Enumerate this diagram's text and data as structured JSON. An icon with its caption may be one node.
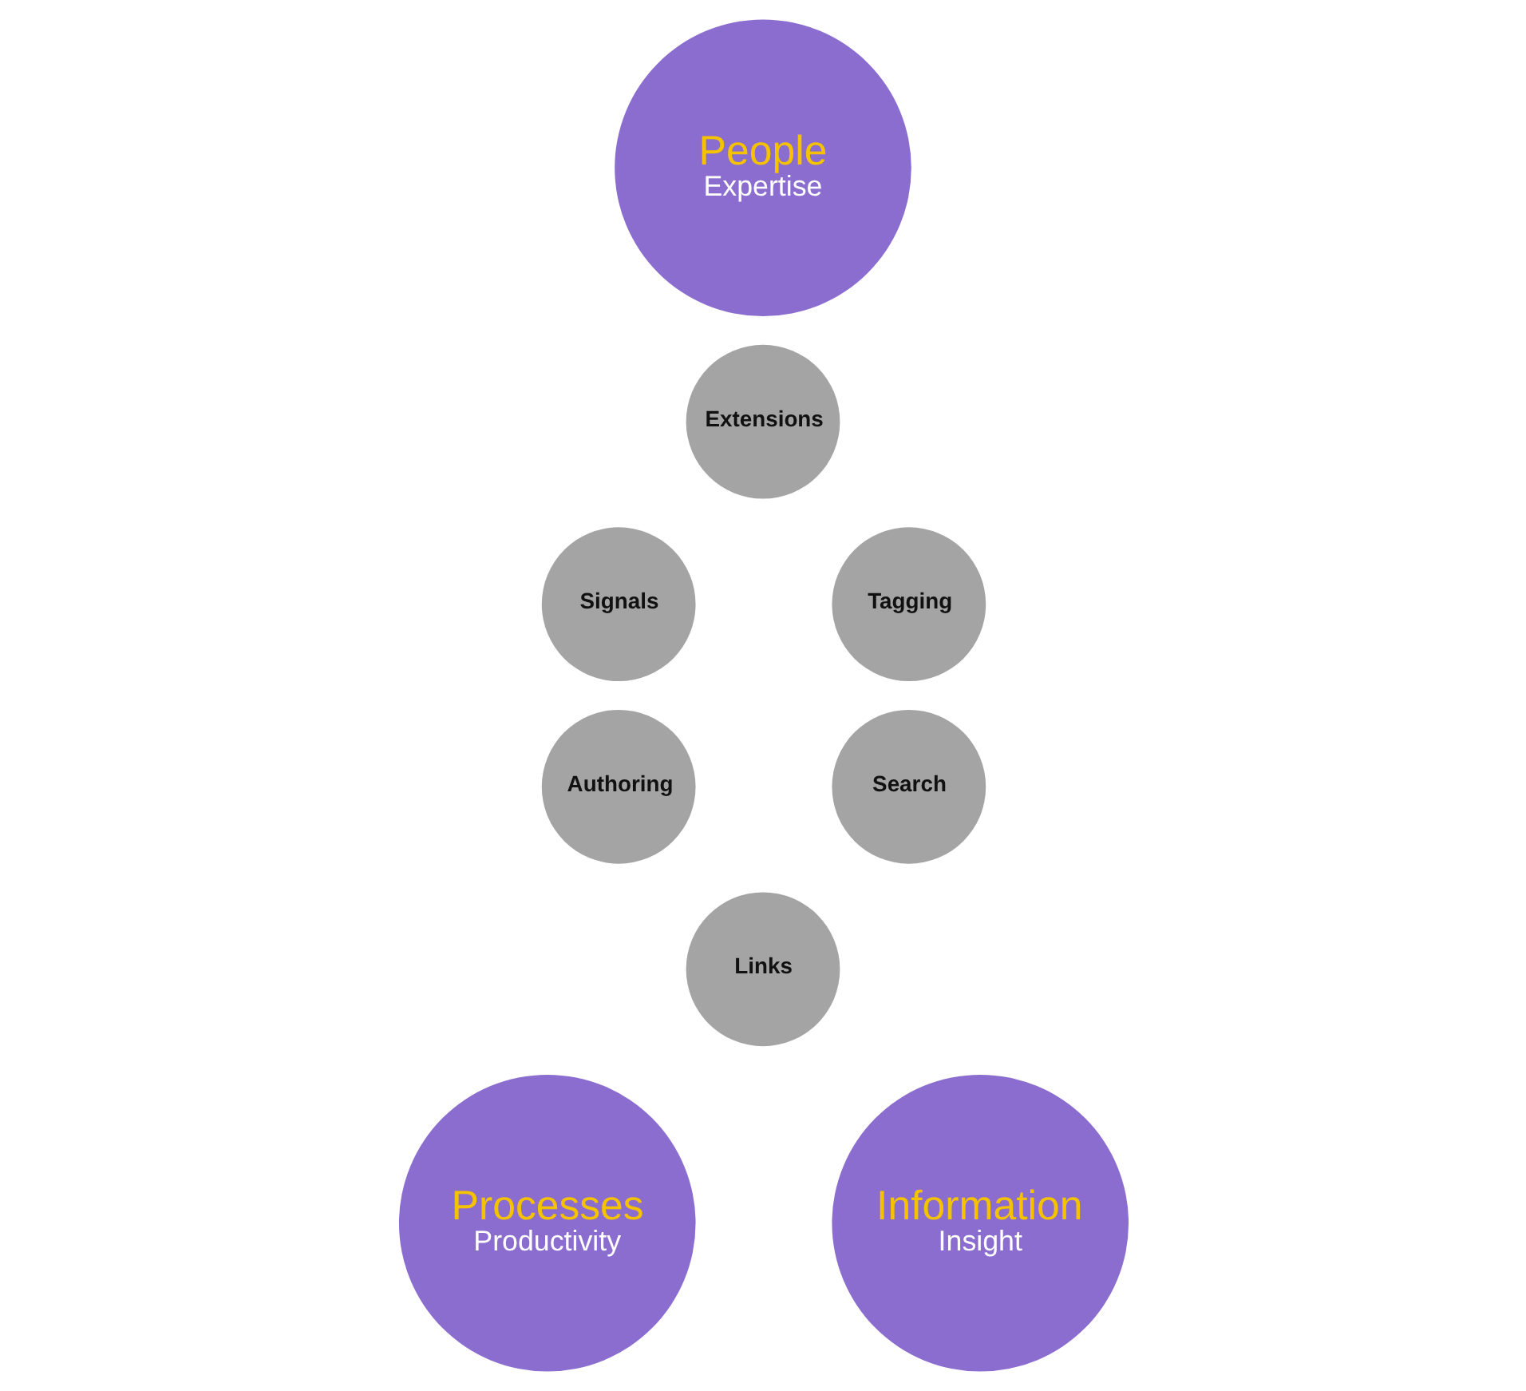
{
  "diagram": {
    "nodes": [
      {
        "text": [
          "People",
          "Expertise"
        ]
      },
      {
        "text": [
          "Extensions"
        ]
      },
      {
        "text": [
          "Signals"
        ]
      },
      {
        "text": [
          "Tagging"
        ]
      },
      {
        "text": [
          "Authoring"
        ]
      },
      {
        "text": [
          "Search"
        ]
      },
      {
        "text": [
          "Links"
        ]
      },
      {
        "text": [
          "Processes",
          "Productivity"
        ]
      },
      {
        "text": [
          "Information",
          "Insight"
        ]
      }
    ],
    "edges": []
  }
}
